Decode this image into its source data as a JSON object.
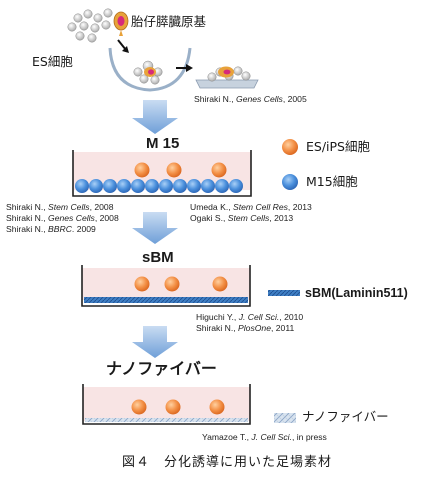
{
  "labels": {
    "embryo": "胎仔膵臓原基",
    "es_cells": "ES細胞",
    "step_m15": "M 15",
    "step_sbm": "sBM",
    "step_nanofiber": "ナノファイバー",
    "legend_es_ips": "ES/iPS細胞",
    "legend_m15": "M15細胞",
    "legend_sbm": "sBM(Laminin511)",
    "legend_nanofiber": "ナノファイバー"
  },
  "references": {
    "shiraki_2005": {
      "author": "Shiraki N.,",
      "journal": "Genes Cells",
      "year": "2005"
    },
    "m15_left": [
      {
        "author": "Shiraki N.,",
        "journal": "Stem Cells",
        "year": "2008"
      },
      {
        "author": "Shiraki N.,",
        "journal": "Genes Cells",
        "year": "2008"
      },
      {
        "author": "Shiraki N.,",
        "journal": "BBRC",
        "year": "2009"
      }
    ],
    "m15_right": [
      {
        "author": "Umeda K.,",
        "journal": "Stem Cell Res",
        "year": "2013"
      },
      {
        "author": "Ogaki S.,",
        "journal": "Stem Cells",
        "year": "2013"
      }
    ],
    "sbm": [
      {
        "author": "Higuchi Y.,",
        "journal": "J. Cell Sci.",
        "year": "2010"
      },
      {
        "author": "Shiraki N.,",
        "journal": "PlosOne",
        "year": "2011"
      }
    ],
    "nanofiber": {
      "author": "Yamazoe T.,",
      "journal": "J. Cell Sci.",
      "year": "in press"
    }
  },
  "caption": "図４　分化誘導に用いた足場素材",
  "colors": {
    "es_cell": "#f08a3c",
    "m15_cell": "#3b82d4",
    "dish_fill": "#f8e4e4",
    "arrow": "#8fb4e0",
    "sbm_layer": "#2f6fb8"
  }
}
